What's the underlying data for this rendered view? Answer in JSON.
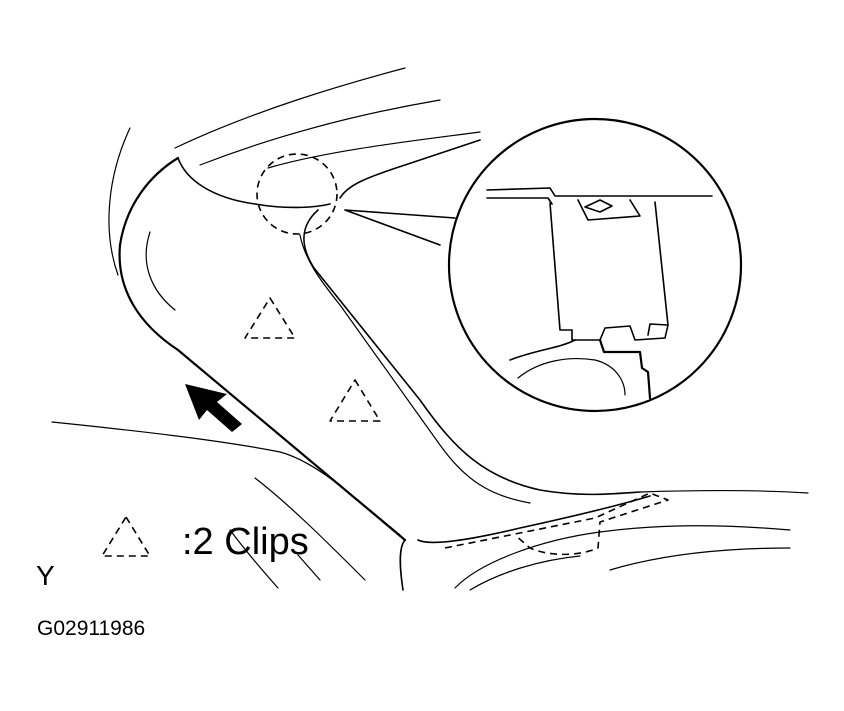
{
  "legend": {
    "text": ":2 Clips"
  },
  "view_label": "Y",
  "figure_code": "G02911986"
}
